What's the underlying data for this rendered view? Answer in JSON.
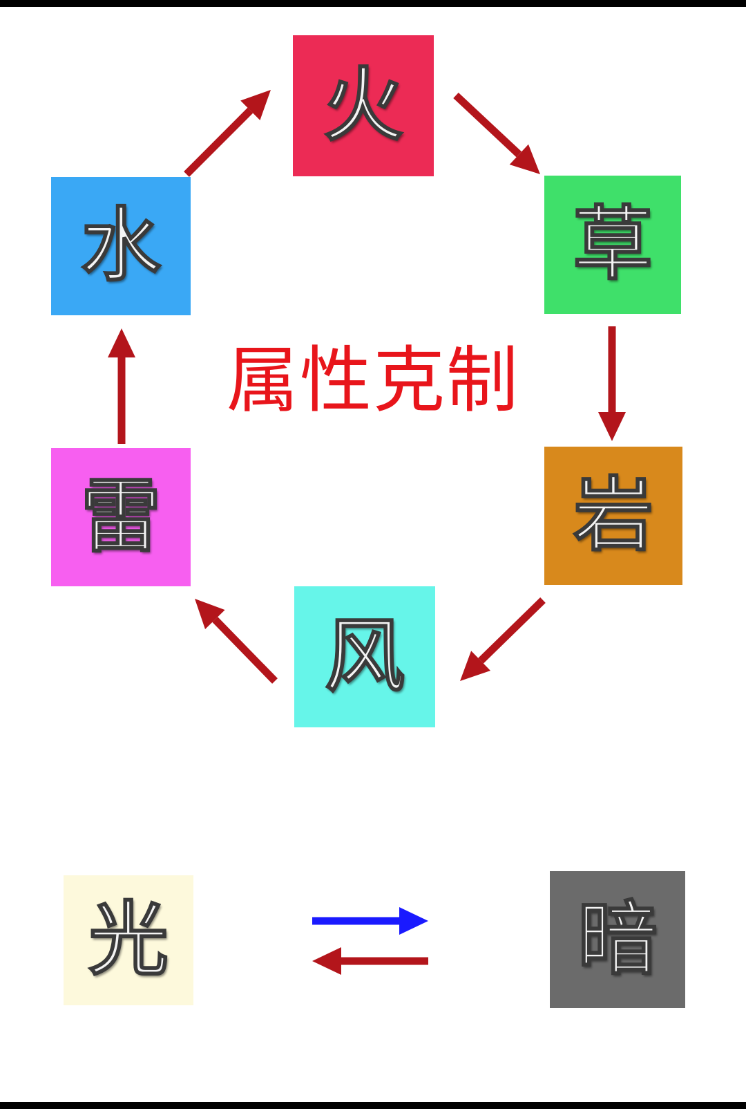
{
  "title": {
    "text": "属性克制",
    "color": "#e8151b"
  },
  "arrow_colors": {
    "cycle": "#b3151b",
    "forward": "#1a1aff"
  },
  "elements": [
    {
      "id": "fire",
      "label": "火",
      "color": "#ec2b55"
    },
    {
      "id": "grass",
      "label": "草",
      "color": "#3fe06a"
    },
    {
      "id": "rock",
      "label": "岩",
      "color": "#d8891c"
    },
    {
      "id": "wind",
      "label": "风",
      "color": "#66f5e9"
    },
    {
      "id": "thunder",
      "label": "雷",
      "color": "#f75ff0"
    },
    {
      "id": "water",
      "label": "水",
      "color": "#3aa8f5"
    }
  ],
  "cycle_relations": [
    {
      "from": "fire",
      "to": "grass"
    },
    {
      "from": "grass",
      "to": "rock"
    },
    {
      "from": "rock",
      "to": "wind"
    },
    {
      "from": "wind",
      "to": "thunder"
    },
    {
      "from": "thunder",
      "to": "water"
    },
    {
      "from": "water",
      "to": "fire"
    }
  ],
  "pair": {
    "light": {
      "label": "光",
      "color": "#fdf9dc"
    },
    "dark": {
      "label": "暗",
      "color": "#6b6b6b"
    },
    "relations": [
      {
        "from": "light",
        "to": "dark",
        "color": "#1a1aff"
      },
      {
        "from": "dark",
        "to": "light",
        "color": "#b3151b"
      }
    ]
  }
}
